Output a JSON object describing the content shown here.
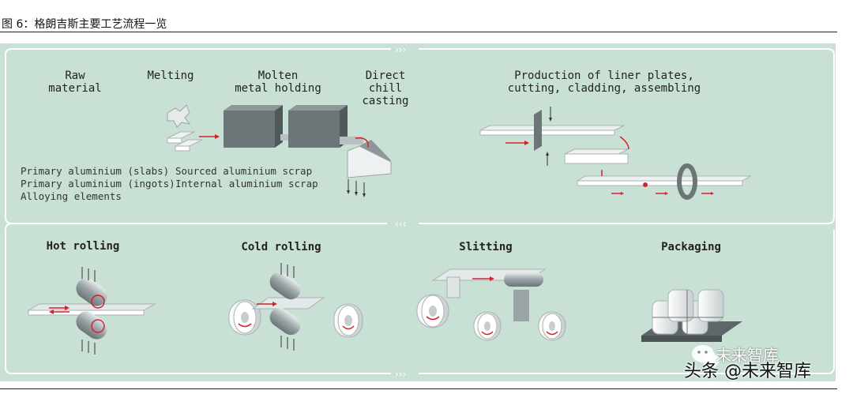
{
  "caption": "图 6：格朗吉斯主要工艺流程一览",
  "stages_top": [
    {
      "key": "raw",
      "label": "Raw\nmaterial"
    },
    {
      "key": "melting",
      "label": "Melting"
    },
    {
      "key": "molten",
      "label": "Molten\nmetal holding"
    },
    {
      "key": "casting",
      "label": "Direct\nchill casting"
    },
    {
      "key": "liner",
      "label": "Production of liner plates,\ncutting, cladding, assembling"
    }
  ],
  "stages_bottom": [
    {
      "key": "hot",
      "label": "Hot rolling"
    },
    {
      "key": "cold",
      "label": "Cold rolling"
    },
    {
      "key": "slit",
      "label": "Slitting"
    },
    {
      "key": "pack",
      "label": "Packaging"
    }
  ],
  "notes": {
    "primary": "Primary aluminium (slabs)\nPrimary aluminium (ingots)\nAlloying elements",
    "scrap": "Sourced aluminium scrap\nInternal aluminium scrap"
  },
  "flow_markers": {
    "top": "›››",
    "middle": "‹‹‹",
    "bottom": "›››"
  },
  "watermark": {
    "main": "头条 @未来智库",
    "sub": "未来智库"
  },
  "colors": {
    "panel": "#c9e0d4",
    "line": "#ffffff",
    "arrow": "#d0242b",
    "metal": "#9aa3a6"
  }
}
